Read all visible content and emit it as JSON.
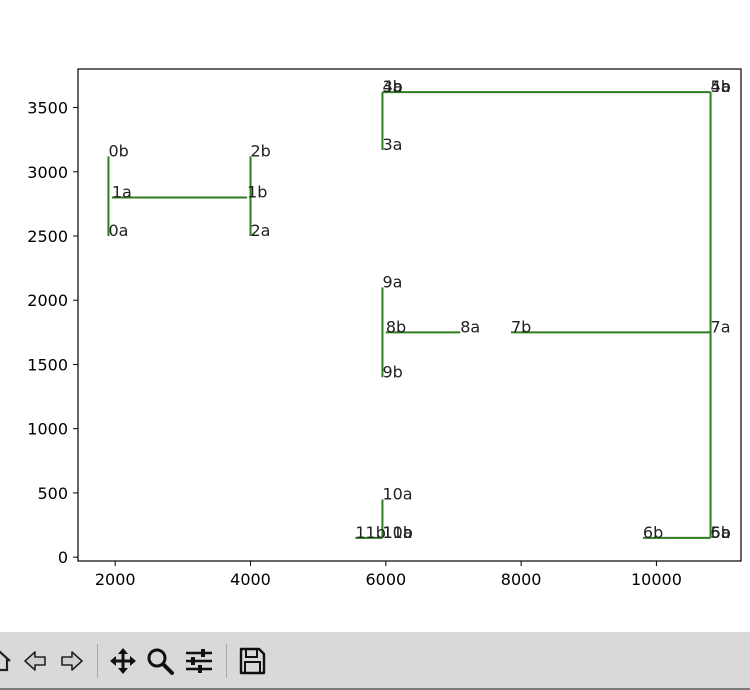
{
  "chart_data": {
    "type": "line",
    "title": "",
    "xlabel": "",
    "ylabel": "",
    "xlim": [
      1450,
      11250
    ],
    "ylim": [
      -30,
      3800
    ],
    "grid": false,
    "line_color": "#2e7d1e",
    "xticks": [
      2000,
      4000,
      6000,
      8000,
      10000
    ],
    "yticks": [
      0,
      500,
      1000,
      1500,
      2000,
      2500,
      3000,
      3500
    ],
    "xtick_labels": [
      "2000",
      "4000",
      "6000",
      "8000",
      "10000"
    ],
    "ytick_labels": [
      "0",
      "500",
      "1000",
      "1500",
      "2000",
      "2500",
      "3000",
      "3500"
    ],
    "segments": [
      {
        "x": [
          1900,
          1900
        ],
        "y": [
          2500,
          3120
        ]
      },
      {
        "x": [
          1950,
          3950
        ],
        "y": [
          2800,
          2800
        ]
      },
      {
        "x": [
          4000,
          4000
        ],
        "y": [
          2500,
          3120
        ]
      },
      {
        "x": [
          5950,
          5950
        ],
        "y": [
          3170,
          3620
        ]
      },
      {
        "x": [
          5950,
          10800
        ],
        "y": [
          3620,
          3620
        ]
      },
      {
        "x": [
          10800,
          10800
        ],
        "y": [
          150,
          3620
        ]
      },
      {
        "x": [
          9800,
          10800
        ],
        "y": [
          150,
          150
        ]
      },
      {
        "x": [
          7850,
          10800
        ],
        "y": [
          1750,
          1750
        ]
      },
      {
        "x": [
          6000,
          7100
        ],
        "y": [
          1750,
          1750
        ]
      },
      {
        "x": [
          5950,
          5950
        ],
        "y": [
          1400,
          2100
        ]
      },
      {
        "x": [
          5950,
          5950
        ],
        "y": [
          150,
          450
        ]
      },
      {
        "x": [
          5550,
          5950
        ],
        "y": [
          150,
          150
        ]
      }
    ],
    "annotations": [
      {
        "text": "0b",
        "x": 1900,
        "y": 3120
      },
      {
        "text": "1a",
        "x": 1950,
        "y": 2800
      },
      {
        "text": "1b",
        "x": 3950,
        "y": 2800
      },
      {
        "text": "0a",
        "x": 1900,
        "y": 2500
      },
      {
        "text": "2b",
        "x": 4000,
        "y": 3120
      },
      {
        "text": "2a",
        "x": 4000,
        "y": 2500
      },
      {
        "text": "3a",
        "x": 5950,
        "y": 3170
      },
      {
        "text": "3b",
        "x": 5950,
        "y": 3620
      },
      {
        "text": "4a",
        "x": 5950,
        "y": 3620
      },
      {
        "text": "4b",
        "x": 10800,
        "y": 3620
      },
      {
        "text": "5a",
        "x": 10800,
        "y": 3620
      },
      {
        "text": "5b",
        "x": 10800,
        "y": 150
      },
      {
        "text": "6a",
        "x": 10800,
        "y": 150
      },
      {
        "text": "6b",
        "x": 9800,
        "y": 150
      },
      {
        "text": "7a",
        "x": 10800,
        "y": 1750
      },
      {
        "text": "7b",
        "x": 7850,
        "y": 1750
      },
      {
        "text": "8a",
        "x": 7100,
        "y": 1750
      },
      {
        "text": "8b",
        "x": 6000,
        "y": 1750
      },
      {
        "text": "9a",
        "x": 5950,
        "y": 2100
      },
      {
        "text": "9b",
        "x": 5950,
        "y": 1400
      },
      {
        "text": "10a",
        "x": 5950,
        "y": 450
      },
      {
        "text": "10b",
        "x": 5950,
        "y": 150
      },
      {
        "text": "11a",
        "x": 5950,
        "y": 150
      },
      {
        "text": "11b",
        "x": 5550,
        "y": 150
      }
    ]
  },
  "toolbar": {
    "buttons": [
      {
        "name": "home-button",
        "icon": "home-icon"
      },
      {
        "name": "back-button",
        "icon": "arrow-left-icon"
      },
      {
        "name": "forward-button",
        "icon": "arrow-right-icon"
      },
      {
        "name": "pan-button",
        "icon": "move-icon"
      },
      {
        "name": "zoom-button",
        "icon": "magnifier-icon"
      },
      {
        "name": "configure-subplots-button",
        "icon": "sliders-icon"
      },
      {
        "name": "save-button",
        "icon": "floppy-disk-icon"
      }
    ]
  }
}
